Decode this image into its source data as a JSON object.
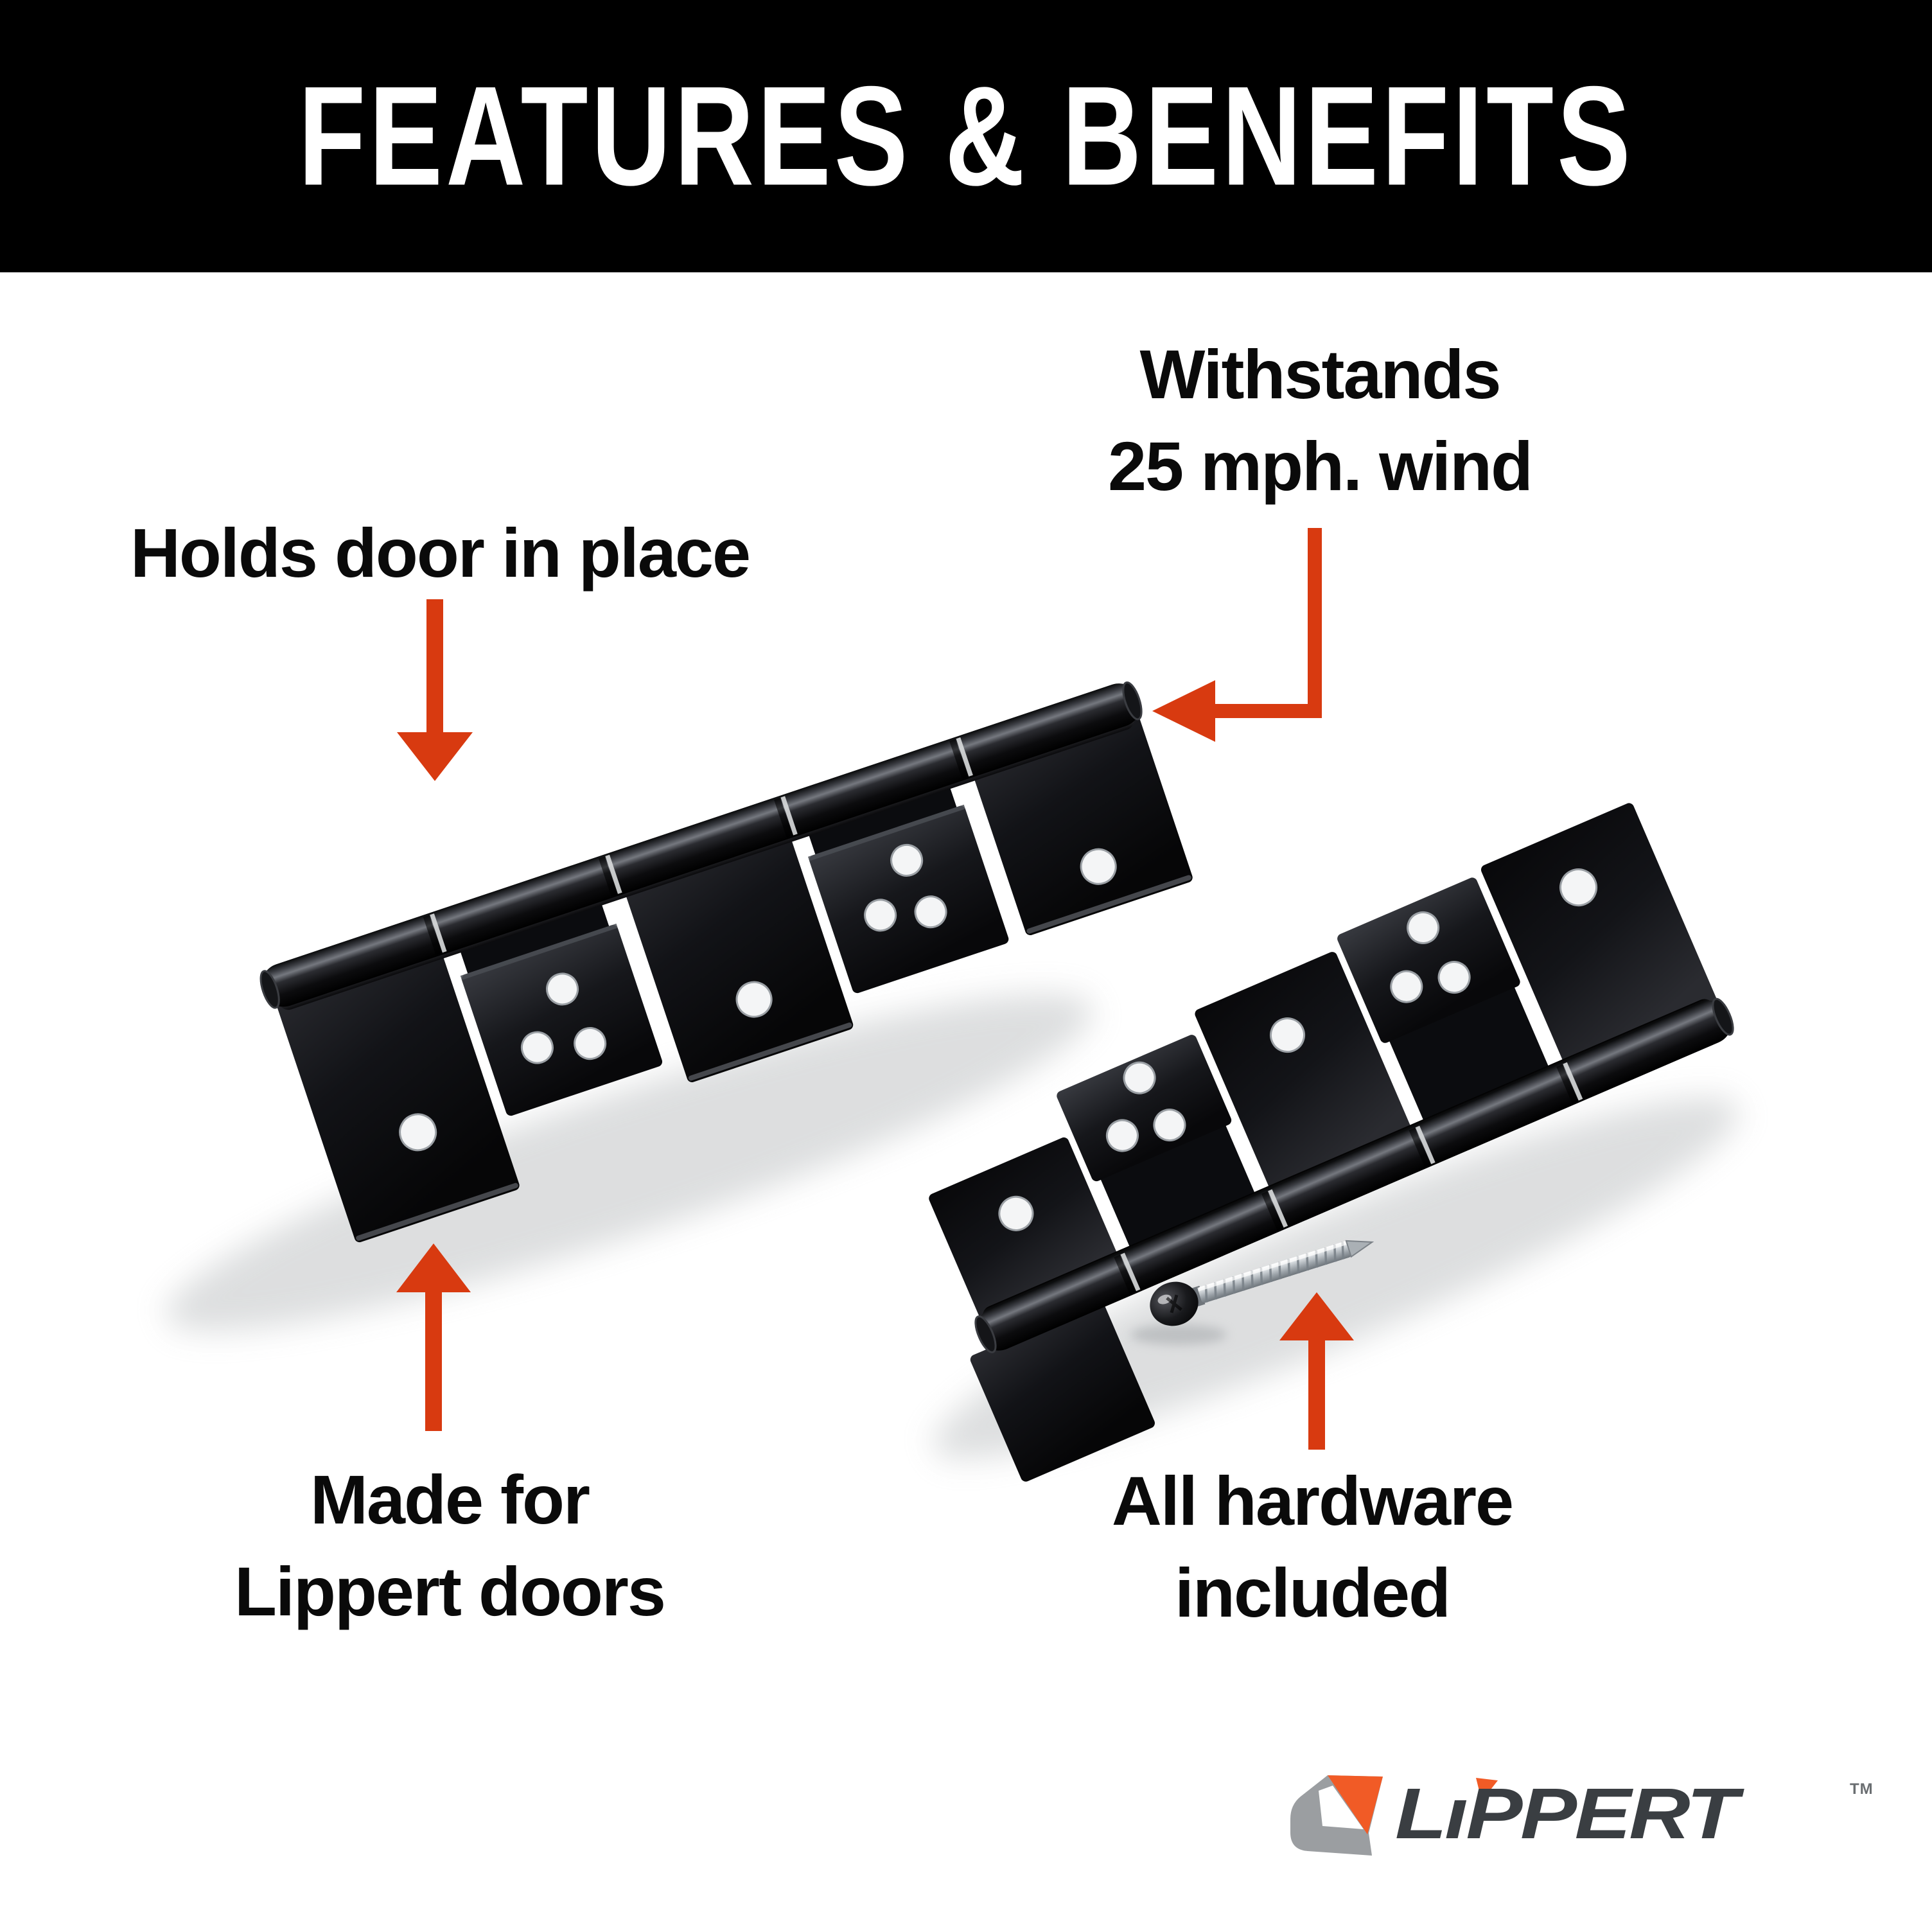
{
  "header": {
    "title": "FEATURES & BENEFITS"
  },
  "callouts": {
    "holds_door": {
      "text": "Holds door in place"
    },
    "wind": {
      "line1": "Withstands",
      "line2": "25 mph. wind"
    },
    "made_for": {
      "line1": "Made for",
      "line2": "Lippert doors"
    },
    "hardware": {
      "line1": "All hardware",
      "line2": "included"
    }
  },
  "photo": {
    "description": "Two black five-knuckle RV entry door hinges arranged diagonally on white with one zinc self-drilling mounting screw",
    "items": [
      "black 5-knuckle door hinge",
      "black 5-knuckle door hinge",
      "zinc mounting screw"
    ]
  },
  "logo": {
    "wordmark": "LIPPERT",
    "wordmark_parts": {
      "l": "L",
      "i": "ı",
      "rest": "PPERT"
    },
    "tm": "TM"
  },
  "colors": {
    "arrow_red": "#D83A10",
    "logo_orange": "#F15B26",
    "logo_gray_text": "#3A3E42",
    "logo_silver": "#9B9EA1",
    "header_bg": "#000000",
    "header_text": "#FFFFFF"
  }
}
